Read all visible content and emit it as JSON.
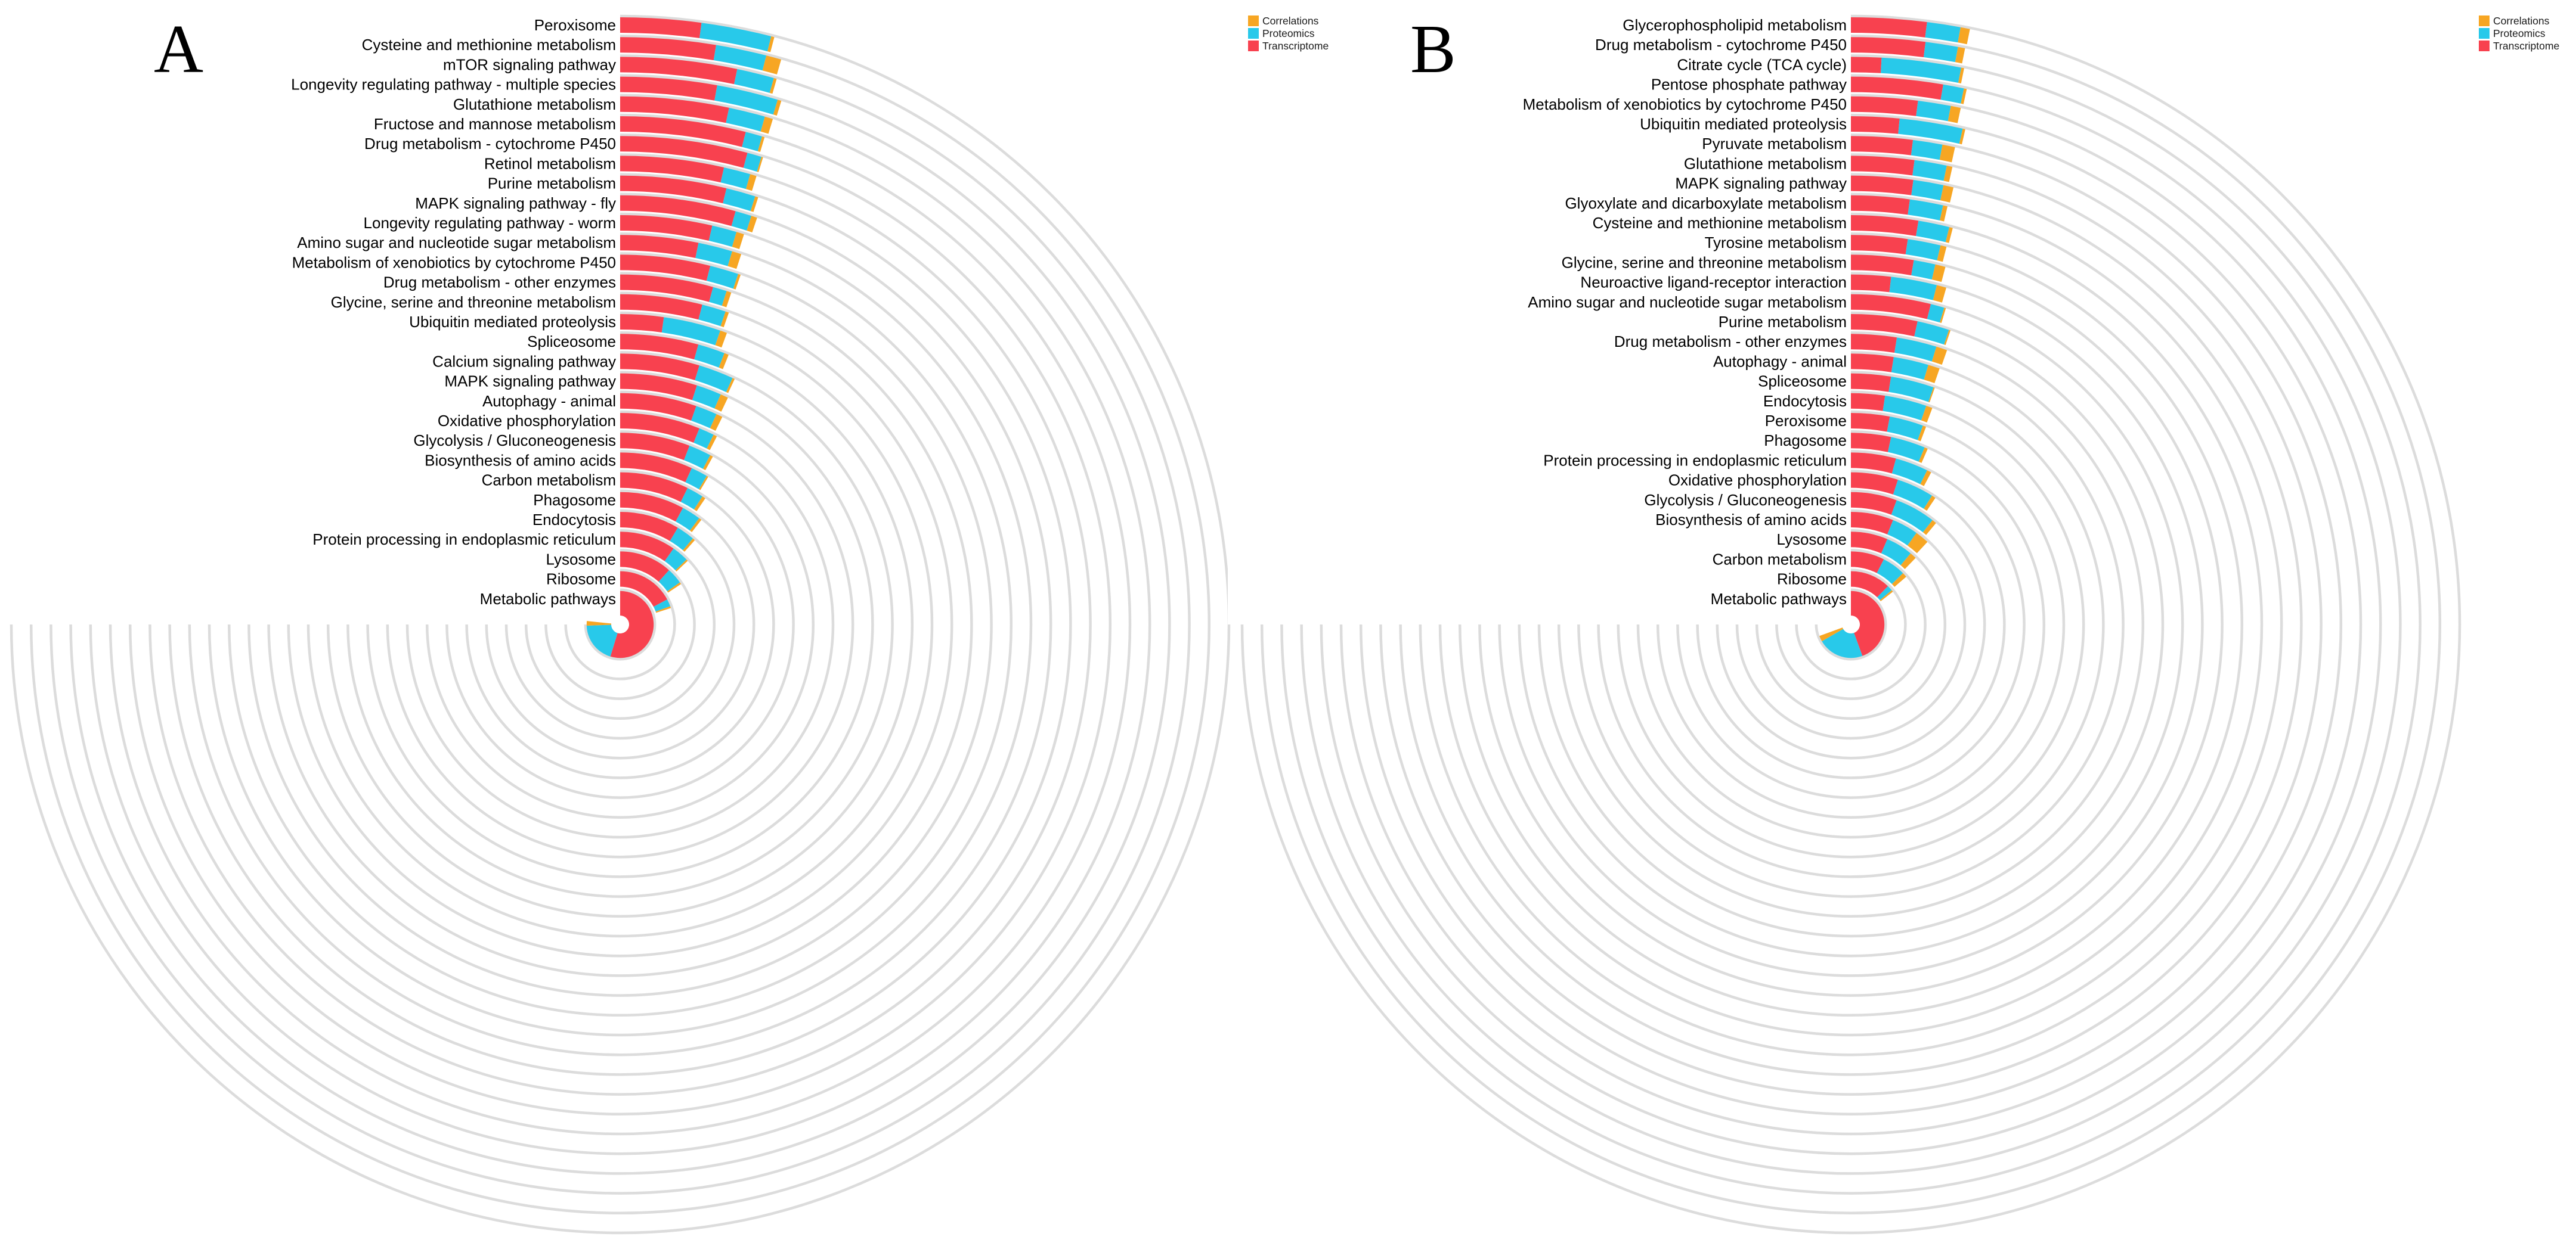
{
  "figure": {
    "background": "#ffffff",
    "track_color": "#DCDCDC"
  },
  "chart_data": [
    {
      "type": "bar",
      "subtype": "circular-stacked-fan",
      "panel_label": "A",
      "title": "",
      "legend_position": "top-right",
      "legend": [
        {
          "label": "Correlations",
          "color": "#F7A623"
        },
        {
          "label": "Proteomics",
          "color": "#28C9EA"
        },
        {
          "label": "Transcriptome",
          "color": "#F8414F"
        }
      ],
      "angle_unit": "degrees clockwise from 12 o'clock; categories listed outermost ring to innermost ring",
      "grid": "concentric gray track circles, one per ring",
      "categories": [
        "Peroxisome",
        "Cysteine and methionine metabolism",
        "mTOR signaling pathway",
        "Longevity regulating pathway - multiple species",
        "Glutathione metabolism",
        "Fructose and mannose metabolism",
        "Drug metabolism - cytochrome P450",
        "Retinol metabolism",
        "Purine metabolism",
        "MAPK signaling pathway - fly",
        "Longevity regulating pathway - worm",
        "Amino sugar and nucleotide sugar metabolism",
        "Metabolism of xenobiotics by cytochrome P450",
        "Drug metabolism - other enzymes",
        "Glycine, serine and threonine metabolism",
        "Ubiquitin mediated proteolysis",
        "Spliceosome",
        "Calcium signaling pathway",
        "MAPK signaling pathway",
        "Autophagy - animal",
        "Oxidative phosphorylation",
        "Glycolysis / Gluconeogenesis",
        "Biosynthesis of amino acids",
        "Carbon metabolism",
        "Phagosome",
        "Endocytosis",
        "Protein processing in endoplasmic reticulum",
        "Lysosome",
        "Ribosome",
        "Metabolic pathways"
      ],
      "series": [
        {
          "name": "Transcriptome",
          "color": "#F8414F",
          "sweep_deg": [
            7.7,
            9.4,
            11.9,
            10.2,
            11.9,
            14.3,
            15.1,
            12.8,
            13.7,
            15.6,
            13.0,
            11.6,
            14.1,
            15.4,
            14.4,
            8.1,
            15.6,
            17.0,
            17.8,
            19.2,
            22.0,
            21.2,
            24.6,
            26.3,
            28.3,
            30.8,
            35.1,
            42.0,
            62.0,
            197.0
          ]
        },
        {
          "name": "Proteomics",
          "color": "#28C9EA",
          "sweep_deg": [
            6.7,
            5.0,
            3.8,
            6.5,
            4.0,
            1.9,
            1.7,
            3.3,
            3.8,
            2.2,
            3.5,
            5.1,
            4.5,
            2.3,
            4.2,
            10.7,
            5.4,
            7.5,
            5.8,
            5.4,
            4.2,
            6.8,
            5.6,
            6.4,
            8.3,
            9.4,
            10.5,
            12.8,
            8.0,
            71.0
          ]
        },
        {
          "name": "Correlations",
          "color": "#F7A623",
          "sweep_deg": [
            0.3,
            1.5,
            0.3,
            0.4,
            0.9,
            0.3,
            0.2,
            0.8,
            0.4,
            0.8,
            1.1,
            1.4,
            0.4,
            0.8,
            0.6,
            1.3,
            0.9,
            0.5,
            1.8,
            1.6,
            1.0,
            0.9,
            0.6,
            1.3,
            1.2,
            1.3,
            1.1,
            1.6,
            2.0,
            8.0
          ]
        }
      ]
    },
    {
      "type": "bar",
      "subtype": "circular-stacked-fan",
      "panel_label": "B",
      "title": "",
      "legend_position": "top-right",
      "legend": [
        {
          "label": "Correlations",
          "color": "#F7A623"
        },
        {
          "label": "Proteomics",
          "color": "#28C9EA"
        },
        {
          "label": "Transcriptome",
          "color": "#F8414F"
        }
      ],
      "angle_unit": "degrees clockwise from 12 o'clock; categories listed outermost ring to innermost ring",
      "grid": "concentric gray track circles, one per ring",
      "categories": [
        "Glycerophospholipid metabolism",
        "Drug metabolism - cytochrome P450",
        "Citrate cycle (TCA cycle)",
        "Pentose phosphate pathway",
        "Metabolism of xenobiotics by cytochrome P450",
        "Ubiquitin mediated proteolysis",
        "Pyruvate metabolism",
        "Glutathione metabolism",
        "MAPK signaling pathway",
        "Glyoxylate and dicarboxylate metabolism",
        "Cysteine and methionine metabolism",
        "Tyrosine metabolism",
        "Glycine, serine and threonine metabolism",
        "Neuroactive ligand-receptor interaction",
        "Amino sugar and nucleotide sugar metabolism",
        "Purine metabolism",
        "Drug metabolism - other enzymes",
        "Autophagy - animal",
        "Spliceosome",
        "Endocytosis",
        "Peroxisome",
        "Phagosome",
        "Protein processing in endoplasmic reticulum",
        "Oxidative phosphorylation",
        "Glycolysis / Gluconeogenesis",
        "Biosynthesis of amino acids",
        "Lysosome",
        "Carbon metabolism",
        "Ribosome",
        "Metabolic pathways"
      ],
      "series": [
        {
          "name": "Transcriptome",
          "color": "#F8414F",
          "sweep_deg": [
            7.2,
            7.3,
            3.1,
            9.7,
            7.3,
            5.5,
            7.3,
            7.8,
            8.0,
            7.9,
            9.5,
            8.4,
            9.8,
            6.6,
            14.0,
            12.4,
            9.1,
            9.1,
            9.2,
            8.5,
            10.6,
            12.1,
            15.2,
            18.0,
            20.2,
            22.0,
            23.1,
            26.8,
            44.0,
            160.0
          ]
        },
        {
          "name": "Proteomics",
          "color": "#28C9EA",
          "sweep_deg": [
            3.2,
            3.2,
            8.1,
            2.2,
            3.6,
            7.2,
            3.5,
            4.0,
            3.9,
            4.5,
            4.4,
            4.9,
            3.4,
            7.6,
            2.4,
            6.0,
            8.0,
            7.5,
            10.0,
            10.5,
            9.3,
            10.5,
            11.1,
            14.2,
            17.8,
            13.6,
            16.9,
            18.6,
            6.0,
            80.0
          ]
        },
        {
          "name": "Correlations",
          "color": "#F7A623",
          "sweep_deg": [
            0.9,
            0.7,
            0.3,
            0.3,
            1.1,
            0.3,
            1.5,
            0.7,
            1.3,
            0.6,
            0.5,
            0.9,
            1.6,
            1.6,
            0.3,
            0.3,
            2.2,
            2.5,
            0.3,
            1.6,
            0.9,
            1.0,
            1.5,
            1.5,
            2.0,
            7.2,
            4.2,
            3.8,
            2.0,
            10.0
          ]
        }
      ]
    }
  ]
}
